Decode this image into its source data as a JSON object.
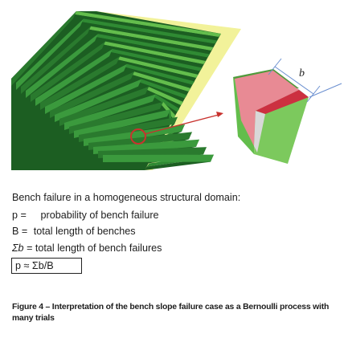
{
  "diagram": {
    "annotation_label": "b",
    "colors": {
      "bench_green": "#2f8a33",
      "bench_dark_green": "#1c5e22",
      "bench_light_green": "#63bd4c",
      "slope_face_yellow": "#f2f29a",
      "wedge_pink": "#e88a94",
      "wedge_red": "#cc3040",
      "wedge_grey": "#cfcfcf",
      "arrow_red": "#c8322e",
      "annotation_blue": "#6a8fd0"
    }
  },
  "text": {
    "heading": "Bench failure in a homogeneous structural domain:",
    "def_p_symbol": "p =",
    "def_p_text": "probability of bench failure",
    "def_B_symbol": "B =",
    "def_B_text": "total length of benches",
    "def_b_symbol": "Σb",
    "def_b_text": "= total length of bench failures",
    "formula": "p ≈ Σb/B"
  },
  "figure_caption": "Figure 4 – Interpretation of the bench slope failure case as a Bernoulli process with many trials"
}
